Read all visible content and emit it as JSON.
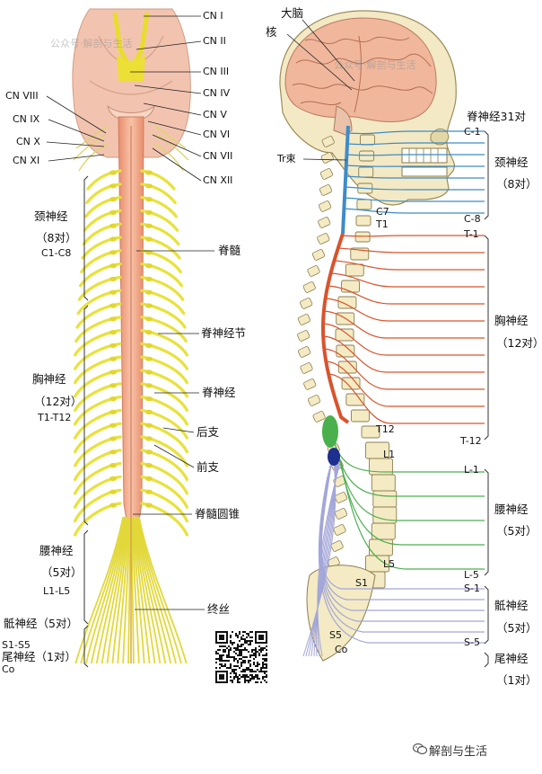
{
  "left_panel": {
    "cranial_nerves": {
      "cn1": "CN I",
      "cn2": "CN II",
      "cn3": "CN III",
      "cn4": "CN IV",
      "cn5": "CN V",
      "cn6": "CN VI",
      "cn7": "CN VII",
      "cn12": "CN XII",
      "cn8": "CN VIII",
      "cn9": "CN IX",
      "cn10": "CN X",
      "cn11": "CN XI"
    },
    "cervical": {
      "name": "颈神经",
      "count": "（8对）",
      "range": "C1-C8"
    },
    "thoracic": {
      "name": "胸神经",
      "count": "（12对）",
      "range": "T1-T12"
    },
    "lumbar": {
      "name": "腰神经",
      "count": "（5对）",
      "range": "L1-L5"
    },
    "sacral": {
      "name": "骶神经（5对）",
      "range": "S1-S5"
    },
    "coccygeal": {
      "name": "尾神经（1对）",
      "range": "Co"
    },
    "callouts": {
      "spinal_cord": "脊髓",
      "spinal_ganglion": "脊神经节",
      "spinal_nerve": "脊神经",
      "posterior_ramus": "后支",
      "anterior_ramus": "前支",
      "conus": "脊髓圆锥",
      "filum": "终丝"
    }
  },
  "right_panel": {
    "brain": "大脑",
    "nucleus": "核",
    "tract": "Tr束",
    "total": "脊神经31对",
    "cervical": {
      "name": "颈神经",
      "count": "（8对）",
      "top": "C-1",
      "c7": "C7",
      "t1": "T1",
      "bottom": "C-8"
    },
    "thoracic": {
      "name": "胸神经",
      "count": "（12对）",
      "top": "T-1",
      "t12": "T12",
      "bottom": "T-12"
    },
    "lumbar": {
      "name": "腰神经",
      "count": "（5对）",
      "l1": "L1",
      "top": "L-1",
      "l5": "L5",
      "bottom": "L-5"
    },
    "sacral": {
      "name": "骶神经",
      "count": "（5对）",
      "s1": "S1",
      "top": "S-1",
      "s5": "S5",
      "bottom": "S-5"
    },
    "coccygeal": {
      "name": "尾神经",
      "count": "（1对）",
      "co": "Co"
    }
  },
  "watermark": {
    "left": "公众号·解剖与生活",
    "right": "公众号·解剖与生活"
  },
  "brand": "解剖与生活",
  "colors": {
    "nerve_yellow": "#e8e23a",
    "cord_pink": "#f0a98a",
    "brain_pink": "#f2c7b6",
    "cervical_blue": "#3d8cc8",
    "thoracic_red": "#d9532c",
    "lumbar_green": "#4caf50",
    "sacral_lilac": "#a3a6d8",
    "bone": "#f4ebc4"
  }
}
